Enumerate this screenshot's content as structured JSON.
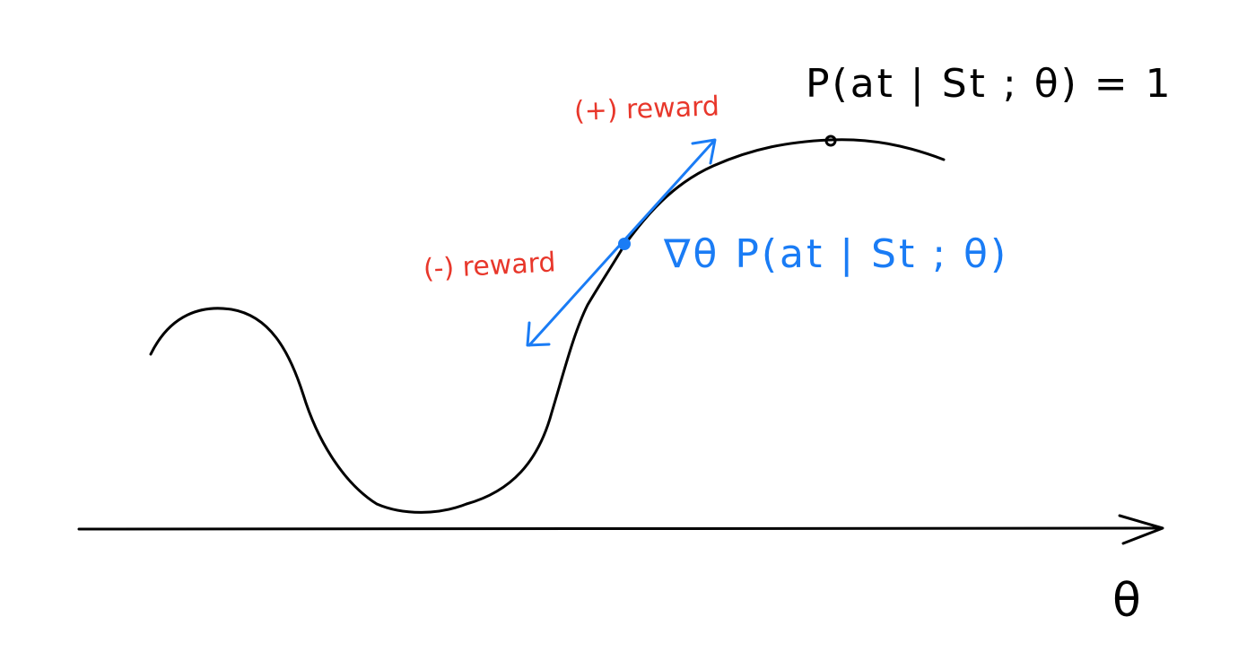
{
  "labels": {
    "maximum": "P(at | St ; θ) = 1",
    "positive_reward": "(+) reward",
    "negative_reward": "(-) reward",
    "gradient": "∇θ P(at | St ; θ)",
    "axis": "θ"
  },
  "colors": {
    "ink": "#000000",
    "reward_text": "#e8372b",
    "gradient": "#1a7cf5"
  }
}
